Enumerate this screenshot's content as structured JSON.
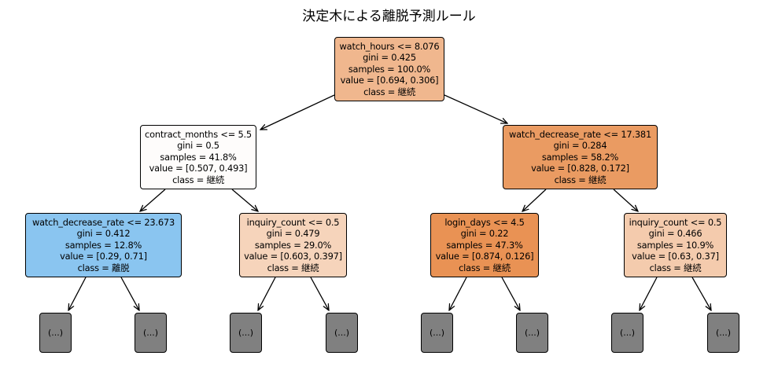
{
  "title": "決定木による離脱予測ルール",
  "class_colors": {
    "継続": "#e58139",
    "離脱": "#399de5"
  },
  "truncated_label": "(...)",
  "nodes": [
    {
      "id": "root",
      "depth": 0,
      "split": "watch_hours <= 8.076",
      "gini": "gini = 0.425",
      "samples": "samples = 100.0%",
      "value": "value = [0.694, 0.306]",
      "class": "class = 継続",
      "fill": "#f0b78e"
    },
    {
      "id": "L",
      "depth": 1,
      "split": "contract_months <= 5.5",
      "gini": "gini = 0.5",
      "samples": "samples = 41.8%",
      "value": "value = [0.507, 0.493]",
      "class": "class = 継続",
      "fill": "#fefcfb"
    },
    {
      "id": "R",
      "depth": 1,
      "split": "watch_decrease_rate <= 17.381",
      "gini": "gini = 0.284",
      "samples": "samples = 58.2%",
      "value": "value = [0.828, 0.172]",
      "class": "class = 継続",
      "fill": "#ea9b62"
    },
    {
      "id": "LL",
      "depth": 2,
      "split": "watch_decrease_rate <= 23.673",
      "gini": "gini = 0.412",
      "samples": "samples = 12.8%",
      "value": "value = [0.29, 0.71]",
      "class": "class = 離脱",
      "fill": "#8ac5f0"
    },
    {
      "id": "LR",
      "depth": 2,
      "split": "inquiry_count <= 0.5",
      "gini": "gini = 0.479",
      "samples": "samples = 29.0%",
      "value": "value = [0.603, 0.397]",
      "class": "class = 継続",
      "fill": "#f6d4bb"
    },
    {
      "id": "RL",
      "depth": 2,
      "split": "login_days <= 4.5",
      "gini": "gini = 0.22",
      "samples": "samples = 47.3%",
      "value": "value = [0.874, 0.126]",
      "class": "class = 継続",
      "fill": "#e99254"
    },
    {
      "id": "RR",
      "depth": 2,
      "split": "inquiry_count <= 0.5",
      "gini": "gini = 0.466",
      "samples": "samples = 10.9%",
      "value": "value = [0.63, 0.37]",
      "class": "class = 継続",
      "fill": "#f4cbad"
    }
  ]
}
